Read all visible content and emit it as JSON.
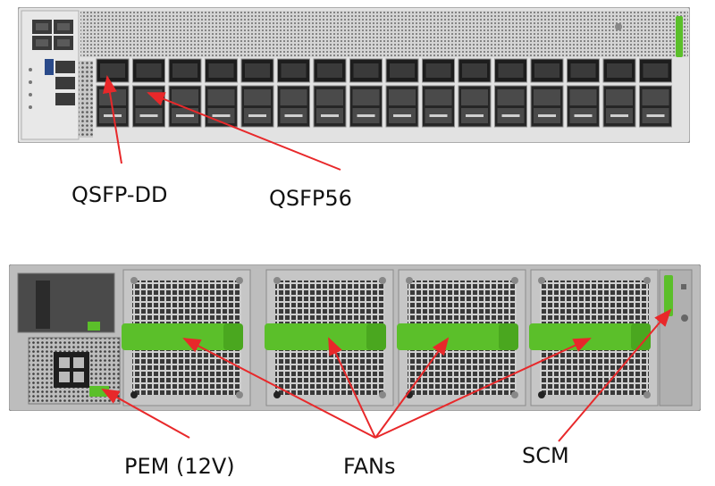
{
  "labels": {
    "qsfp_dd": "QSFP-DD",
    "qsfp56": "QSFP56",
    "pem": "PEM (12V)",
    "fans": "FANs",
    "scm": "SCM"
  },
  "colors": {
    "arrow": "#e8282a",
    "accent_green": "#5bbf2a",
    "chassis_dark": "#2c2c2c",
    "chassis_light": "#d9d9d9"
  }
}
